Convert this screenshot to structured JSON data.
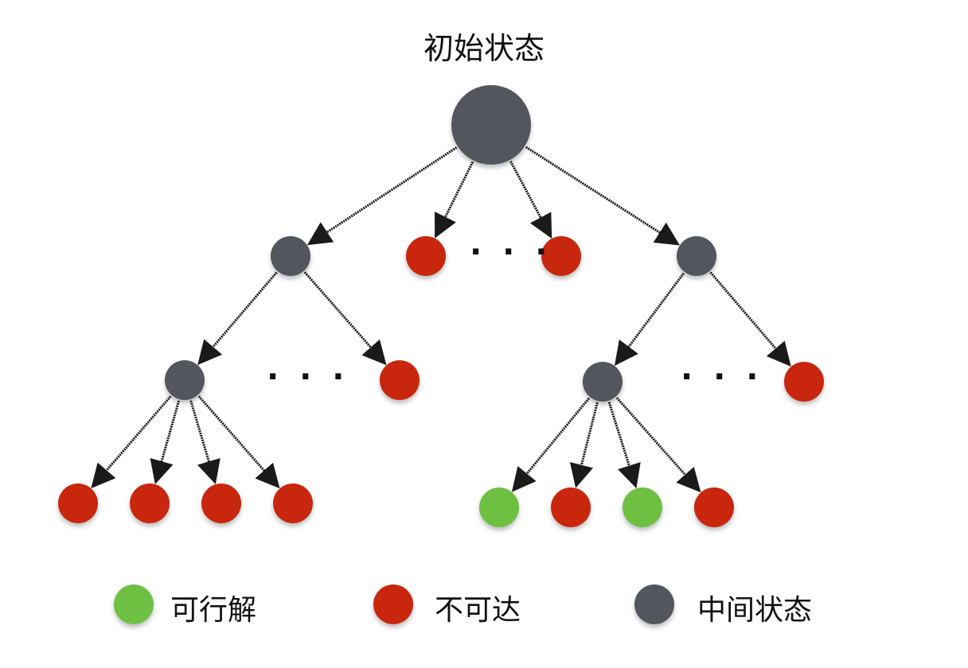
{
  "title": "初始状态",
  "ellipsis": "· · ·",
  "colors": {
    "intermediate": "#52565c",
    "unreachable": "#c8270f",
    "feasible": "#6ec043",
    "arrow": "#1a1a1a"
  },
  "legend": [
    {
      "type": "feasible",
      "label": "可行解"
    },
    {
      "type": "unreachable",
      "label": "不可达"
    },
    {
      "type": "intermediate",
      "label": "中间状态"
    }
  ],
  "tree": {
    "root": {
      "type": "intermediate"
    },
    "level1": [
      "intermediate",
      "unreachable",
      "unreachable",
      "intermediate"
    ],
    "level2": [
      "intermediate",
      "unreachable",
      "intermediate",
      "unreachable"
    ],
    "level3_left": [
      "unreachable",
      "unreachable",
      "unreachable",
      "unreachable"
    ],
    "level3_right": [
      "feasible",
      "unreachable",
      "feasible",
      "unreachable"
    ]
  }
}
